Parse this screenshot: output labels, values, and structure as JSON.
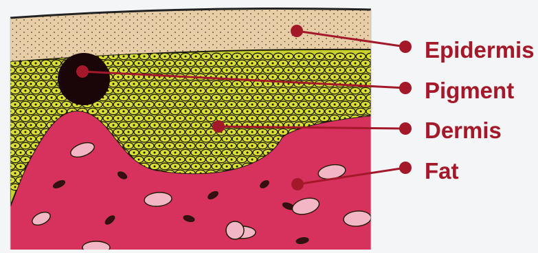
{
  "labels": [
    {
      "text": "Epidermis"
    },
    {
      "text": "Pigment"
    },
    {
      "text": "Dermis"
    },
    {
      "text": "Fat"
    }
  ],
  "colors": {
    "label_text": "#a3192a",
    "leader_line": "#a3192a",
    "epidermis": "#e7cea7",
    "dermis": "#c9d12d",
    "fat": "#d7315d",
    "pigment": "#1a0608",
    "cell_outline": "#1d1a05",
    "fat_cell": "#f2b6c4"
  }
}
